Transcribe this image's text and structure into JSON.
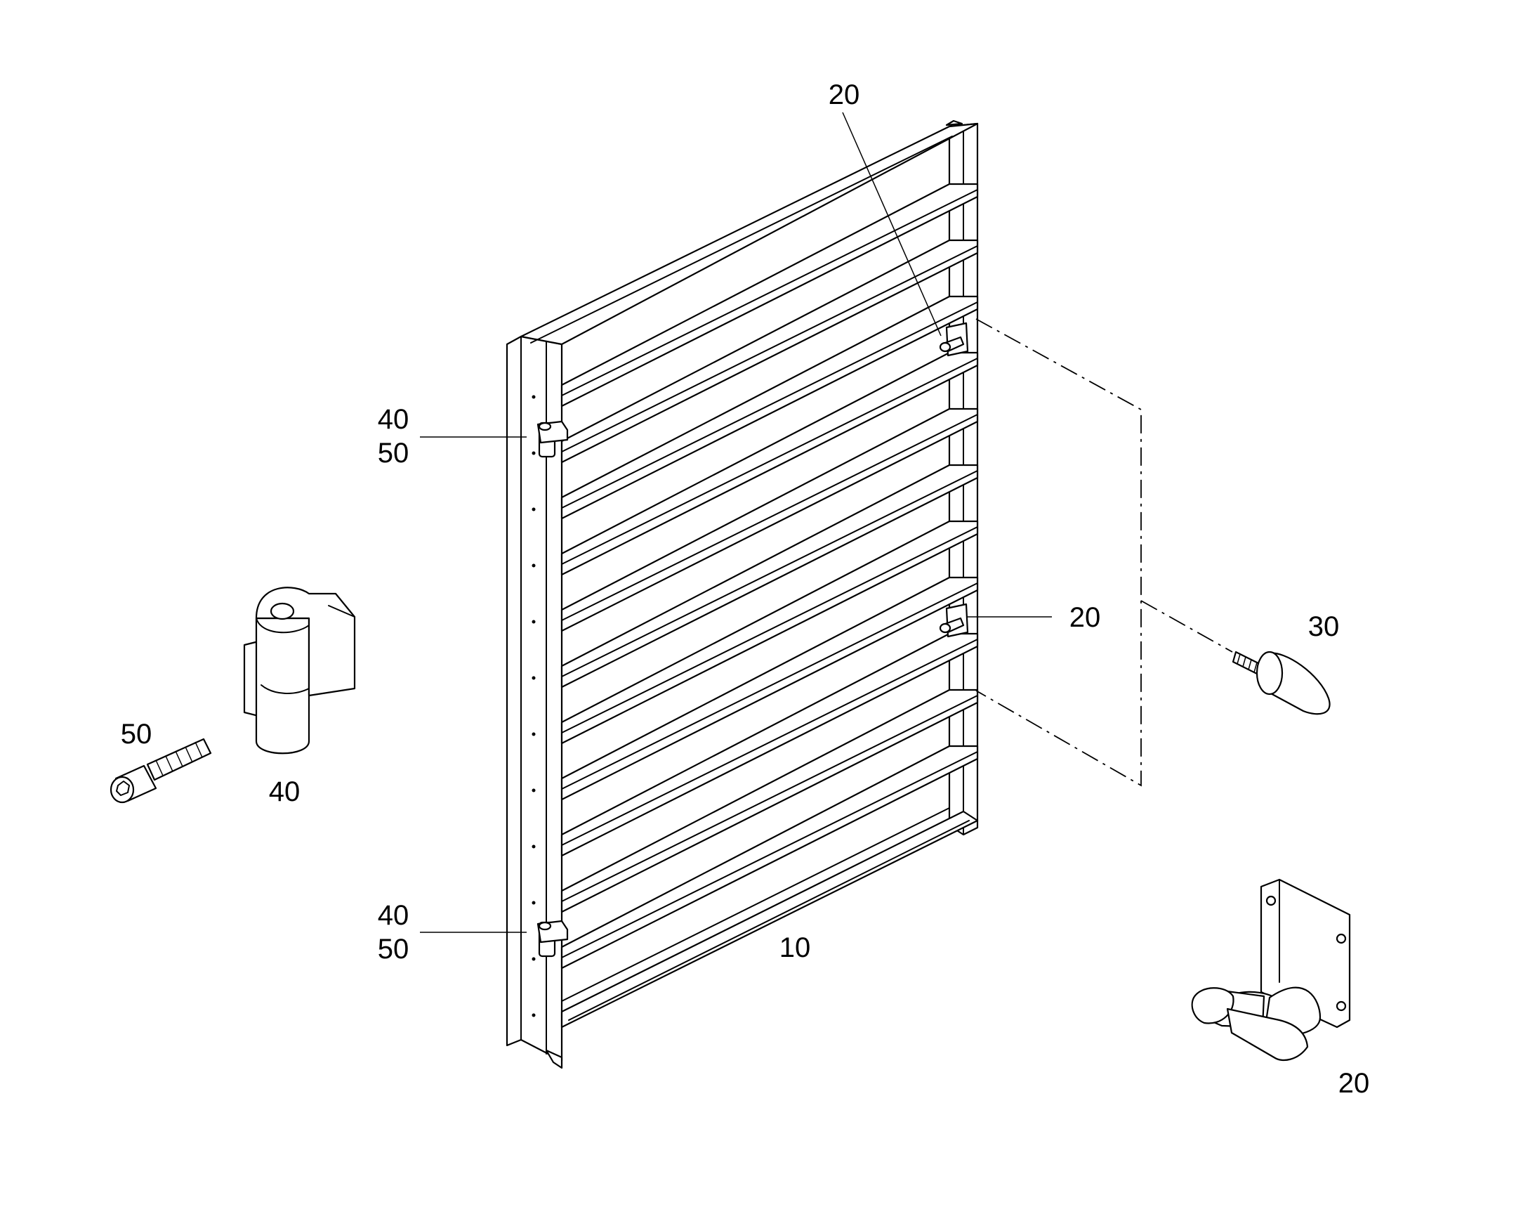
{
  "diagram": {
    "type": "exploded parts drawing",
    "callouts": {
      "frame": "10",
      "latch_top": "20",
      "latch_mid": "20",
      "latch_detail": "20",
      "bumper": "30",
      "hinge_top_a": "40",
      "hinge_top_b": "50",
      "hinge_bottom_a": "40",
      "hinge_bottom_b": "50",
      "screw_detail": "50",
      "hinge_detail": "40"
    }
  }
}
